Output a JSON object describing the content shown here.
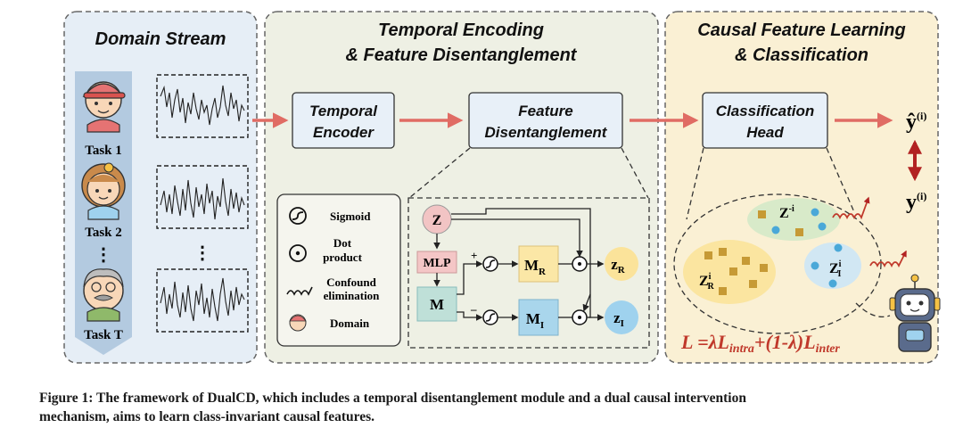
{
  "panels": {
    "domain_stream": "Domain Stream",
    "temporal_line1": "Temporal Encoding",
    "temporal_line2": "& Feature Disentanglement",
    "causal_line1": "Causal Feature Learning",
    "causal_line2": "& Classification"
  },
  "tasks": [
    "Task 1",
    "Task 2",
    "Task T"
  ],
  "ellipsis": "⋮",
  "boxes": {
    "encoder_line1": "Temporal",
    "encoder_line2": "Encoder",
    "disent_line1": "Feature",
    "disent_line2": "Disentanglement",
    "head_line1": "Classification",
    "head_line2": "Head"
  },
  "legend": {
    "sigmoid": "Sigmoid",
    "dot_line1": "Dot",
    "dot_line2": "product",
    "conf_line1": "Confound",
    "conf_line2": "elimination",
    "domain": "Domain"
  },
  "module": {
    "z": "Z",
    "mlp": "MLP",
    "m": "M",
    "plus": "+",
    "minus": "–",
    "mr_main": "M",
    "mr_sub": "R",
    "mi_main": "M",
    "mi_sub": "I",
    "zr_main": "z",
    "zr_sub": "R",
    "zi_main": "z",
    "zi_sub": "I"
  },
  "outputs": {
    "yhat_main": "ŷ",
    "yhat_sup": "(i)",
    "y_main": "y",
    "y_sup": "(i)"
  },
  "clusters": {
    "zr_main": "Z",
    "zr_sup": "i",
    "zr_sub": "R",
    "zneg_main": "Z",
    "zneg_sup": "-i",
    "zi_main": "Z",
    "zi_sup": "i",
    "zi_sub": "I"
  },
  "loss": {
    "lhs": "L",
    "eq": " =λ",
    "l1": "L",
    "l1_sub": "intra",
    "mid": "+(1-λ)",
    "l2": "L",
    "l2_sub": "inter"
  },
  "caption": {
    "line1": "Figure 1: The framework of DualCD, which includes a temporal disentanglement module and a dual causal intervention",
    "line2": "mechanism, aims to learn class-invariant causal features."
  },
  "colors": {
    "left_panel_bg": "#e6eef6",
    "middle_panel_bg": "#eef0e4",
    "right_panel_bg": "#faf0d4",
    "arrow_red": "#e06c64",
    "loss_red": "#c0392b",
    "mlp_pink": "#f4c6c6",
    "m_teal": "#bfe0d8",
    "mr_yellow": "#fbe7a6",
    "mi_blue": "#a9d6ec",
    "zr_circle": "#fbe39a",
    "zi_circle": "#9fd2ee",
    "z_circle": "#f2c4c4",
    "square_brown": "#c69a35",
    "dot_blue": "#4aa8d8"
  }
}
